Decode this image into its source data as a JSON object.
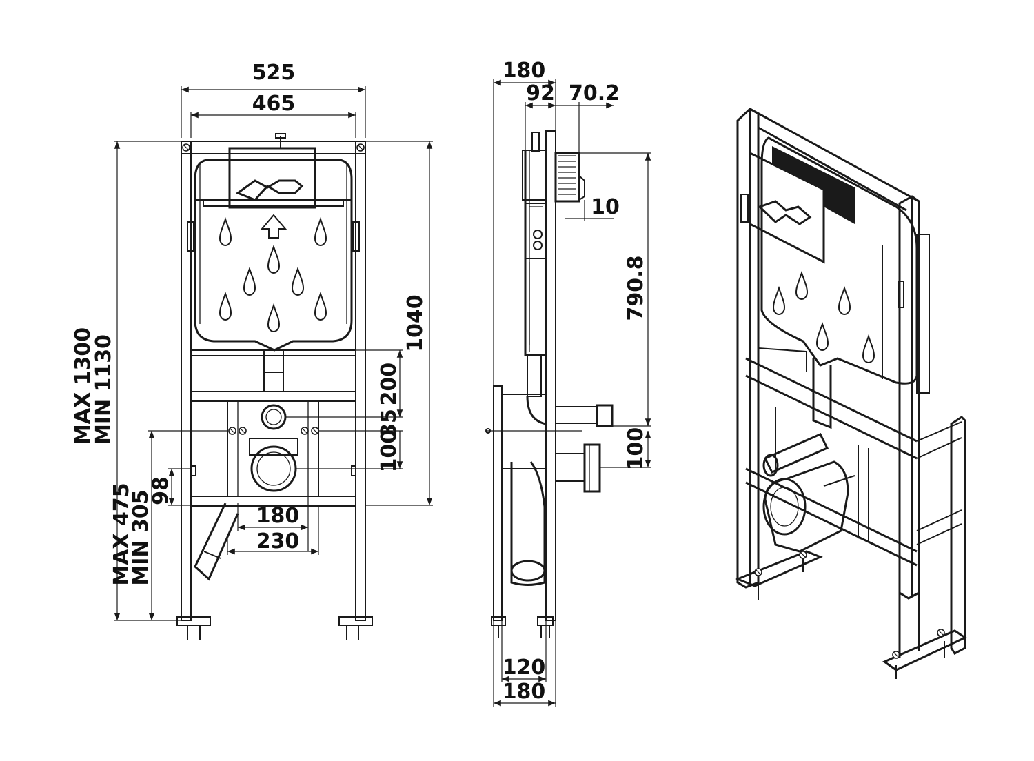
{
  "front_view": {
    "dim_overall_width": "525",
    "dim_inner_width": "465",
    "dim_height_max": "MAX 1300",
    "dim_height_min": "MIN 1130",
    "dim_tank_height": "1040",
    "dim_outlet_200": "200",
    "dim_outlet_35": "35",
    "dim_outlet_100": "100",
    "dim_drain_98": "98",
    "dim_drain_max": "MAX 475",
    "dim_drain_min": "MIN 305",
    "dim_bolt_180": "180",
    "dim_bolt_230": "230"
  },
  "side_view": {
    "dim_depth_top": "180",
    "dim_depth_92": "92",
    "dim_depth_70_2": "70.2",
    "dim_10": "10",
    "dim_790_8": "790.8",
    "dim_100": "100",
    "dim_base_120": "120",
    "dim_base_180": "180"
  },
  "iso_view": {
    "label": ""
  }
}
